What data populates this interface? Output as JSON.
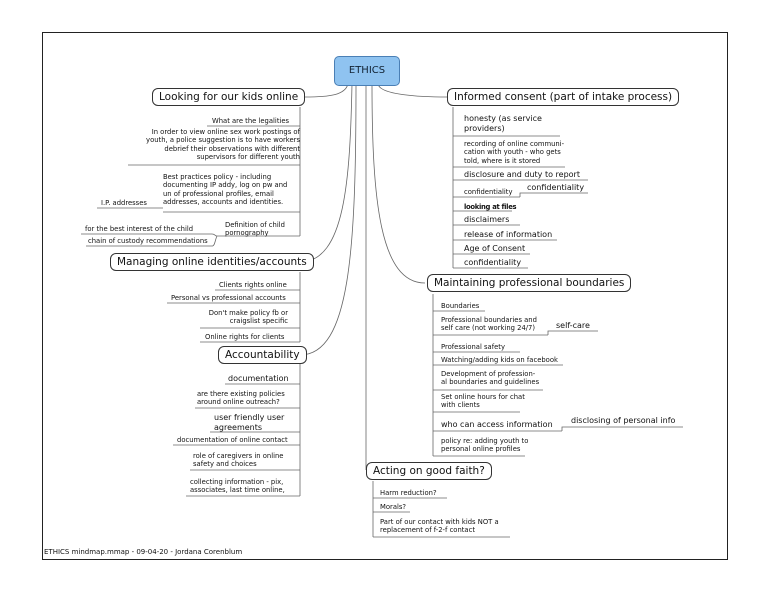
{
  "root": "ETHICS",
  "footer": "ETHICS mindmap.mmap - 09-04-20 - Jordana Corenblum",
  "branches": {
    "looking": {
      "title": "Looking for our kids online",
      "items": [
        "What are the legalities",
        "In order to view online sex work postings of\nyouth, a police suggestion is to have workers\ndebrief their observations with different\nsupervisors for different youth",
        "Best practices policy - including\ndocumenting IP addy, log on pw and\nun of professional profiles, email\naddresses, accounts and identities.",
        "I.P. addresses",
        "Definition of child\npornography",
        "for the best interest of the child",
        "chain of custody recommendations"
      ]
    },
    "managing": {
      "title": "Managing online identities/accounts",
      "items": [
        "Clients rights online",
        "Personal vs professional accounts",
        "Don't make policy fb or\ncraigslist specific",
        "Online rights for clients"
      ]
    },
    "accountability": {
      "title": "Accountability",
      "items": [
        "documentation",
        "are there existing policies\naround online outreach?",
        "user friendly user\nagreements",
        "documentation of online contact",
        "role of caregivers in online\nsafety and choices",
        "collecting information - pix,\nassociates, last time online,"
      ]
    },
    "informed": {
      "title": "Informed consent (part of intake process)",
      "items": [
        "honesty (as service\nproviders)",
        "recording of online communi-\ncation with youth - who gets\ntold, where is it stored",
        "disclosure and duty to report",
        "confidentiality",
        "confidentiality",
        "looking at files",
        "disclaimers",
        "release of information",
        "Age of Consent",
        "confidentiality"
      ]
    },
    "professional": {
      "title": "Maintaining professional boundaries",
      "items": [
        "Boundaries",
        "Professional boundaries and\nself care (not working 24/7)",
        "self-care",
        "Professional safety",
        "Watching/adding kids on facebook",
        "Development of profession-\nal boundaries and guidelines",
        "Set online hours for chat\nwith clients",
        "who can access information",
        "disclosing of personal info",
        "policy re: adding youth to\npersonal online profiles"
      ]
    },
    "faith": {
      "title": "Acting on good faith?",
      "items": [
        "Harm reduction?",
        "Morals?",
        "Part of our contact with kids NOT a\nreplacement of f-2-f contact"
      ]
    }
  }
}
